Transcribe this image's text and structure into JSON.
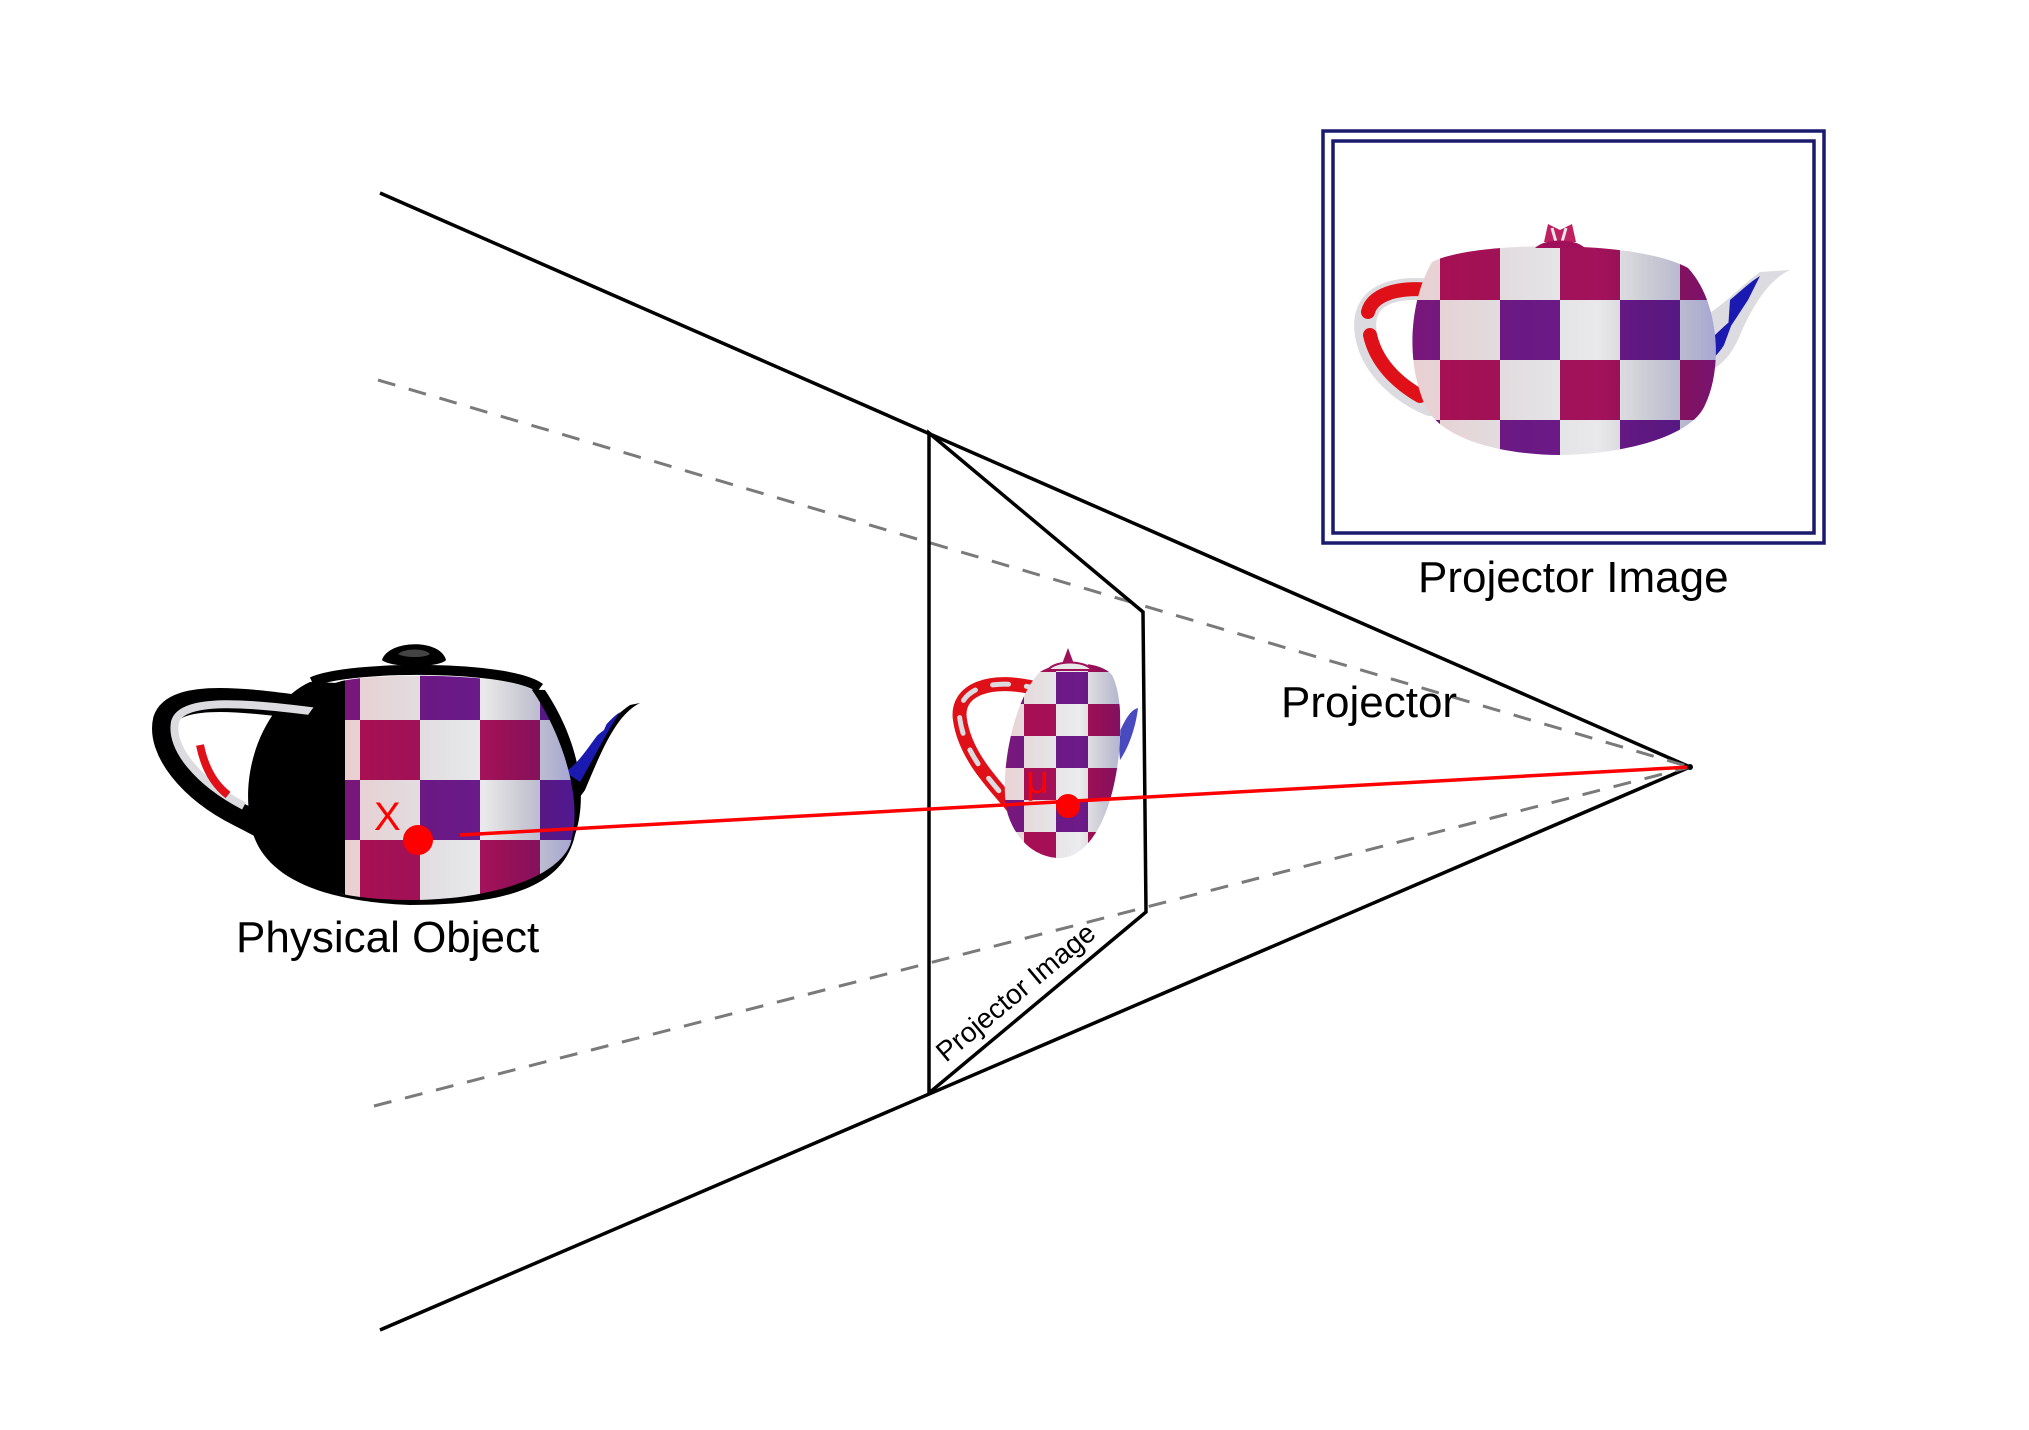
{
  "labels": {
    "physical_object": "Physical Object",
    "projector": "Projector",
    "projector_image_inset": "Projector Image",
    "projector_image_plane": "Projector Image",
    "point_x": "X",
    "point_mu": "μ"
  },
  "colors": {
    "frustum_line": "#000000",
    "dashed_line": "#7a7a7a",
    "ray": "#ff0000",
    "inset_frame": "#1a1a6e",
    "checker_a": "#a0105a",
    "checker_b": "#e8e8ea",
    "checker_c": "#5a1a8a",
    "spout_blue": "#1a1ab0",
    "handle_red": "#e0101a"
  },
  "icons": {
    "physical_teapot": "teapot-icon",
    "projected_teapot": "teapot-icon",
    "inset_teapot": "teapot-icon"
  }
}
